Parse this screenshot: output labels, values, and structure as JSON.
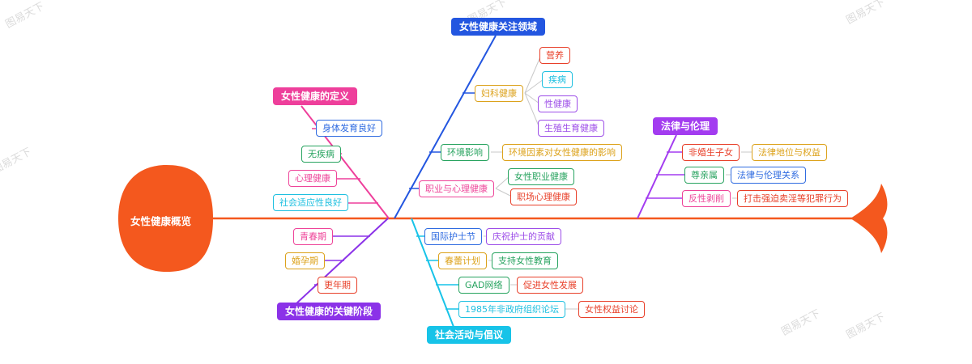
{
  "diagram": {
    "root": {
      "label": "女性健康概览"
    },
    "watermark": "图易天下",
    "colors": {
      "spine_and_fish": "#f4581e",
      "branch_definition": "#ee3f9b",
      "branch_focus_areas": "#2356e0",
      "branch_law_ethics": "#a33cf0",
      "branch_key_stages": "#8b32e8",
      "branch_social_advocacy": "#17c3e8",
      "node_red": "#e8402a",
      "node_green": "#27a35f",
      "node_blue": "#2f6be0",
      "node_cyan": "#1fc0e0",
      "node_pink": "#ee4499",
      "node_purple": "#9d4ee8",
      "node_yellow": "#dca21b"
    },
    "branches": [
      {
        "label": "女性健康的定义",
        "color": "pink",
        "items": [
          {
            "label": "身体发育良好",
            "color": "blue"
          },
          {
            "label": "无疾病",
            "color": "green"
          },
          {
            "label": "心理健康",
            "color": "pink"
          },
          {
            "label": "社会适应性良好",
            "color": "cyan"
          }
        ]
      },
      {
        "label": "女性健康关注领域",
        "color": "blue",
        "items": [
          {
            "label": "妇科健康",
            "color": "yellow",
            "children": [
              {
                "label": "营养",
                "color": "red"
              },
              {
                "label": "疾病",
                "color": "cyan"
              },
              {
                "label": "性健康",
                "color": "purple"
              },
              {
                "label": "生殖生育健康",
                "color": "purple"
              }
            ]
          },
          {
            "label": "环境影响",
            "color": "green",
            "children": [
              {
                "label": "环境因素对女性健康的影响",
                "color": "yellow"
              }
            ]
          },
          {
            "label": "职业与心理健康",
            "color": "pink",
            "children": [
              {
                "label": "女性职业健康",
                "color": "green"
              },
              {
                "label": "职场心理健康",
                "color": "red"
              }
            ]
          }
        ]
      },
      {
        "label": "法律与伦理",
        "color": "purple",
        "items": [
          {
            "label": "非婚生子女",
            "color": "red",
            "children": [
              {
                "label": "法律地位与权益",
                "color": "yellow"
              }
            ]
          },
          {
            "label": "尊亲属",
            "color": "green",
            "children": [
              {
                "label": "法律与伦理关系",
                "color": "blue"
              }
            ]
          },
          {
            "label": "反性剥削",
            "color": "pink",
            "children": [
              {
                "label": "打击强迫卖淫等犯罪行为",
                "color": "red"
              }
            ]
          }
        ]
      },
      {
        "label": "女性健康的关键阶段",
        "color": "deep-purple",
        "items": [
          {
            "label": "青春期",
            "color": "pink"
          },
          {
            "label": "婚孕期",
            "color": "yellow"
          },
          {
            "label": "更年期",
            "color": "red"
          }
        ]
      },
      {
        "label": "社会活动与倡议",
        "color": "cyan",
        "items": [
          {
            "label": "国际护士节",
            "color": "blue",
            "children": [
              {
                "label": "庆祝护士的贡献",
                "color": "purple"
              }
            ]
          },
          {
            "label": "春蕾计划",
            "color": "yellow",
            "children": [
              {
                "label": "支持女性教育",
                "color": "green"
              }
            ]
          },
          {
            "label": "GAD网络",
            "color": "green",
            "children": [
              {
                "label": "促进女性发展",
                "color": "red"
              }
            ]
          },
          {
            "label": "1985年非政府组织论坛",
            "color": "cyan",
            "children": [
              {
                "label": "女性权益讨论",
                "color": "red"
              }
            ]
          }
        ]
      }
    ]
  }
}
